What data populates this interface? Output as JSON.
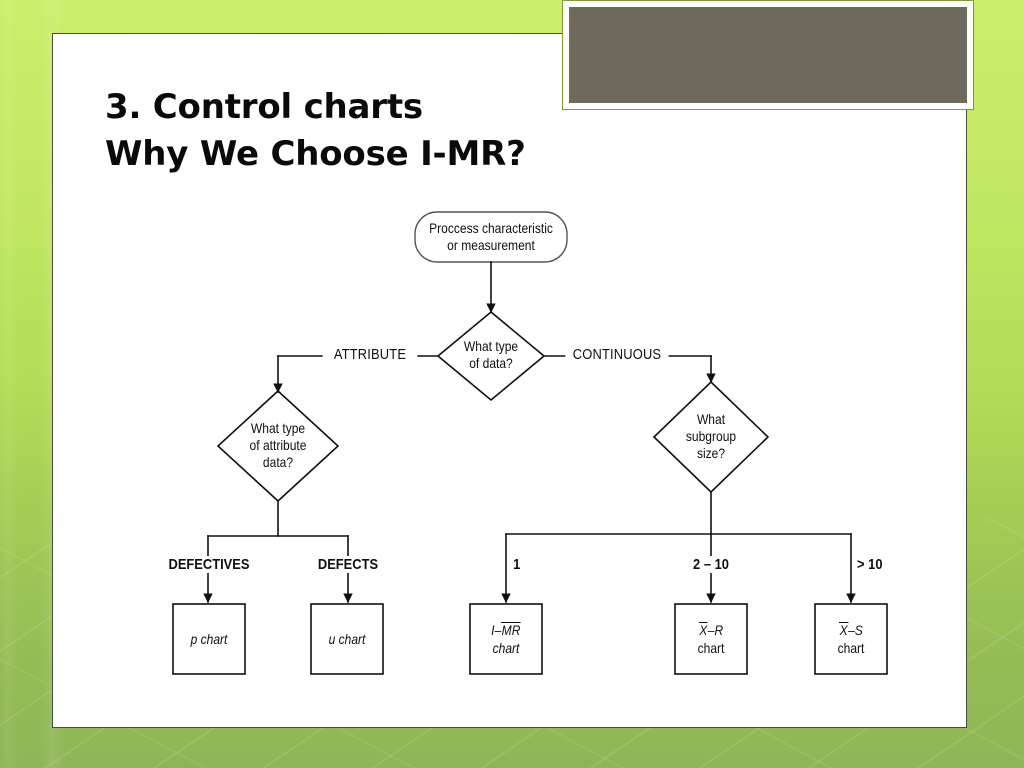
{
  "slide": {
    "title_line_1": "3. Control charts",
    "title_line_2": "Why We Choose I-MR?",
    "colors": {
      "background_green_top": "#cbee6c",
      "background_green_bottom": "#8eb657",
      "panel": "#ffffff",
      "header_plate": "#6f6a5e",
      "header_plate_border": "#7d9b36",
      "ink": "#101010"
    }
  },
  "flowchart": {
    "type": "decision-tree",
    "start_node": {
      "shape": "rounded-rectangle",
      "line_1": "Proccess characteristic",
      "line_2": "or measurement"
    },
    "root_decision": {
      "shape": "diamond",
      "line_1": "What type",
      "line_2": "of data?"
    },
    "root_edges": [
      {
        "label": "ATTRIBUTE",
        "side": "left"
      },
      {
        "label": "CONTINUOUS",
        "side": "right"
      }
    ],
    "attribute_decision": {
      "shape": "diamond",
      "line_1": "What type",
      "line_2": "of attribute",
      "line_3": "data?"
    },
    "continuous_decision": {
      "shape": "diamond",
      "line_1": "What",
      "line_2": "subgroup",
      "line_3": "size?"
    },
    "attribute_branches": [
      {
        "label": "DEFECTIVES",
        "result_line_1": "p chart",
        "result_line_2": ""
      },
      {
        "label": "DEFECTS",
        "result_line_1": "u chart",
        "result_line_2": ""
      }
    ],
    "continuous_branches": [
      {
        "label": "1",
        "result_prefix": "I–",
        "result_overbar": "MR",
        "result_line_2": "chart"
      },
      {
        "label": "2 – 10",
        "result_prefix": "",
        "result_overbar": "X",
        "result_suffix": "–R",
        "result_line_2": "chart"
      },
      {
        "label": "> 10",
        "result_prefix": "",
        "result_overbar": "X",
        "result_suffix": "–S",
        "result_line_2": "chart"
      }
    ]
  }
}
